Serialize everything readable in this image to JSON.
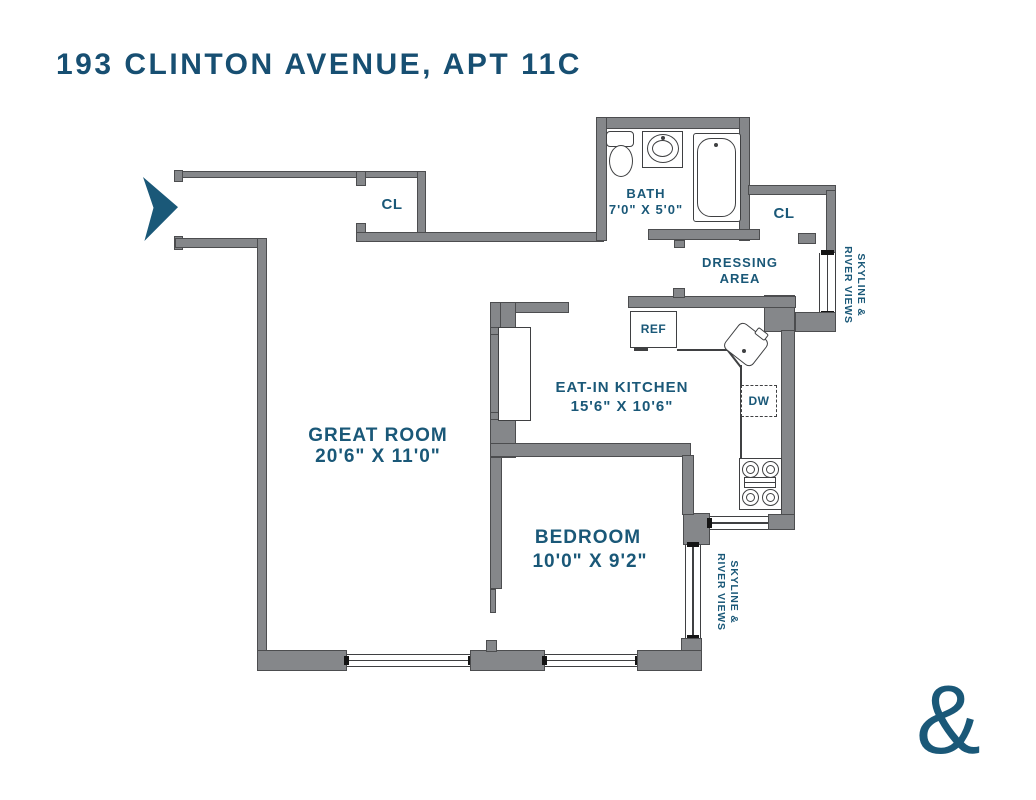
{
  "title": "193 CLINTON AVENUE, APT 11C",
  "colors": {
    "accent": "#1a5878",
    "wall_fill": "#85878a",
    "wall_outline": "#4c4d4f",
    "fixture_line": "#3f4042"
  },
  "rooms": {
    "great_room": {
      "name": "GREAT ROOM",
      "dims": "20'6\" X 11'0\""
    },
    "bedroom": {
      "name": "BEDROOM",
      "dims": "10'0\" X 9'2\""
    },
    "kitchen": {
      "name": "EAT-IN KITCHEN",
      "dims": "15'6\" X 10'6\""
    },
    "bath": {
      "name": "BATH",
      "dims": "7'0\" X 5'0\""
    },
    "dressing": {
      "line1": "DRESSING",
      "line2": "AREA"
    },
    "closet_hall": "CL",
    "closet_dressing": "CL"
  },
  "appliances": {
    "refrigerator": "REF",
    "dishwasher": "DW"
  },
  "views": {
    "line1": "SKYLINE &",
    "line2": "RIVER VIEWS"
  },
  "logo_ampersand": "&",
  "icons": {
    "entry_arrow": "entry-direction-arrow"
  }
}
